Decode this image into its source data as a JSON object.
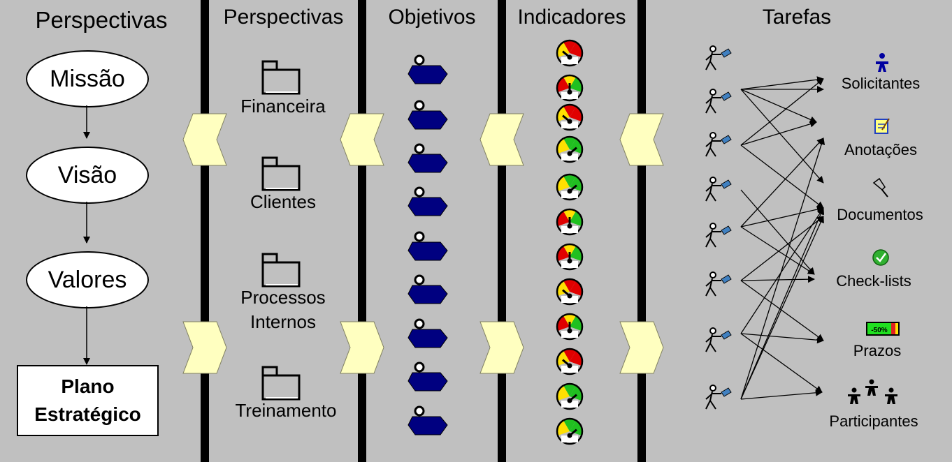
{
  "headers": {
    "col1": "Perspectivas",
    "col2": "Perspectivas",
    "col3": "Objetivos",
    "col4": "Indicadores",
    "col5": "Tarefas"
  },
  "flow": {
    "missao": "Missão",
    "visao": "Visão",
    "valores": "Valores",
    "plano_line1": "Plano",
    "plano_line2": "Estratégico"
  },
  "perspectives": [
    {
      "lines": [
        "Financeira"
      ]
    },
    {
      "lines": [
        "Clientes"
      ]
    },
    {
      "lines": [
        "Processos",
        "Internos"
      ]
    },
    {
      "lines": [
        "Treinamento"
      ]
    }
  ],
  "objectives_count": 9,
  "indicators": [
    "red",
    "yellow",
    "red",
    "green",
    "green",
    "yellow",
    "yellow",
    "red",
    "yellow",
    "red",
    "green",
    "green"
  ],
  "task_count": 8,
  "targets": [
    {
      "label": "Solicitantes",
      "icon": "person-icon"
    },
    {
      "label": "Anotações",
      "icon": "notepad-icon"
    },
    {
      "label": "Documentos",
      "icon": "pushpin-icon"
    },
    {
      "label": "Check-lists",
      "icon": "check-circle-icon"
    },
    {
      "label": "Prazos",
      "icon": "progress-bar-icon",
      "badge": "-50%"
    },
    {
      "label": "Participantes",
      "icon": "group-icon"
    }
  ],
  "colors": {
    "background": "#c0c0c0",
    "chevron": "#ffffc0",
    "objective": "#000080",
    "gauge_red": "#e00000",
    "gauge_yellow": "#ffe000",
    "gauge_green": "#20c020"
  }
}
